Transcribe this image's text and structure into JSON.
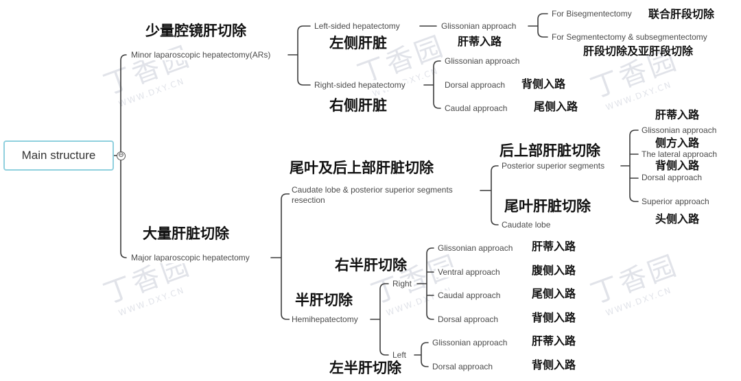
{
  "watermark": {
    "logo": "丁香园",
    "url": "WWW.DXY.CN"
  },
  "root": {
    "label": "Main structure",
    "toggle": "⊖"
  },
  "minor": {
    "label": "Minor laparoscopic hepatectomy(ARs)",
    "zh": "少量腔镜肝切除",
    "left": {
      "label": "Left-sided hepatectomy",
      "zh": "左侧肝脏",
      "glissonian": {
        "label": "Glissonian approach",
        "zh": "肝蒂入路",
        "bisegment": {
          "label": "For Bisegmentectomy",
          "zh": "联合肝段切除"
        },
        "segment": {
          "label": "For Segmentectomy & subsegmentectomy",
          "zh": "肝段切除及亚肝段切除"
        }
      }
    },
    "right": {
      "label": "Right-sided hepatectomy",
      "zh": "右侧肝脏",
      "glissonian": {
        "label": "Glissonian approach"
      },
      "dorsal": {
        "label": "Dorsal approach",
        "zh": "背侧入路"
      },
      "caudal": {
        "label": "Caudal approach",
        "zh": "尾侧入路"
      }
    }
  },
  "major": {
    "label": "Major laparoscopic hepatectomy",
    "zh": "大量肝脏切除",
    "caudate_ps": {
      "label_line1": "Caudate lobe & posterior superior segments",
      "label_line2": "resection",
      "zh": "尾叶及后上部肝脏切除",
      "ps": {
        "label": "Posterior superior segments",
        "zh": "后上部肝脏切除",
        "glissonian": {
          "label": "Glissonian approach",
          "zh": "肝蒂入路"
        },
        "lateral": {
          "label": "The lateral approach",
          "zh": "侧方入路"
        },
        "dorsal": {
          "label": "Dorsal approach",
          "zh": "背侧入路"
        },
        "superior": {
          "label": "Superior approach",
          "zh": "头侧入路"
        }
      },
      "caudate": {
        "label": "Caudate lobe",
        "zh": "尾叶肝脏切除"
      }
    },
    "hemi": {
      "label": "Hemihepatectomy",
      "zh": "半肝切除",
      "right": {
        "label": "Right",
        "zh": "右半肝切除",
        "glissonian": {
          "label": "Glissonian approach",
          "zh": "肝蒂入路"
        },
        "ventral": {
          "label": "Ventral approach",
          "zh": "腹侧入路"
        },
        "caudal": {
          "label": "Caudal approach",
          "zh": "尾侧入路"
        },
        "dorsal": {
          "label": "Dorsal approach",
          "zh": "背侧入路"
        }
      },
      "left": {
        "label": "Left",
        "zh": "左半肝切除",
        "glissonian": {
          "label": "Glissonian approach",
          "zh": "肝蒂入路"
        },
        "dorsal": {
          "label": "Dorsal approach",
          "zh": "背侧入路"
        }
      }
    }
  }
}
